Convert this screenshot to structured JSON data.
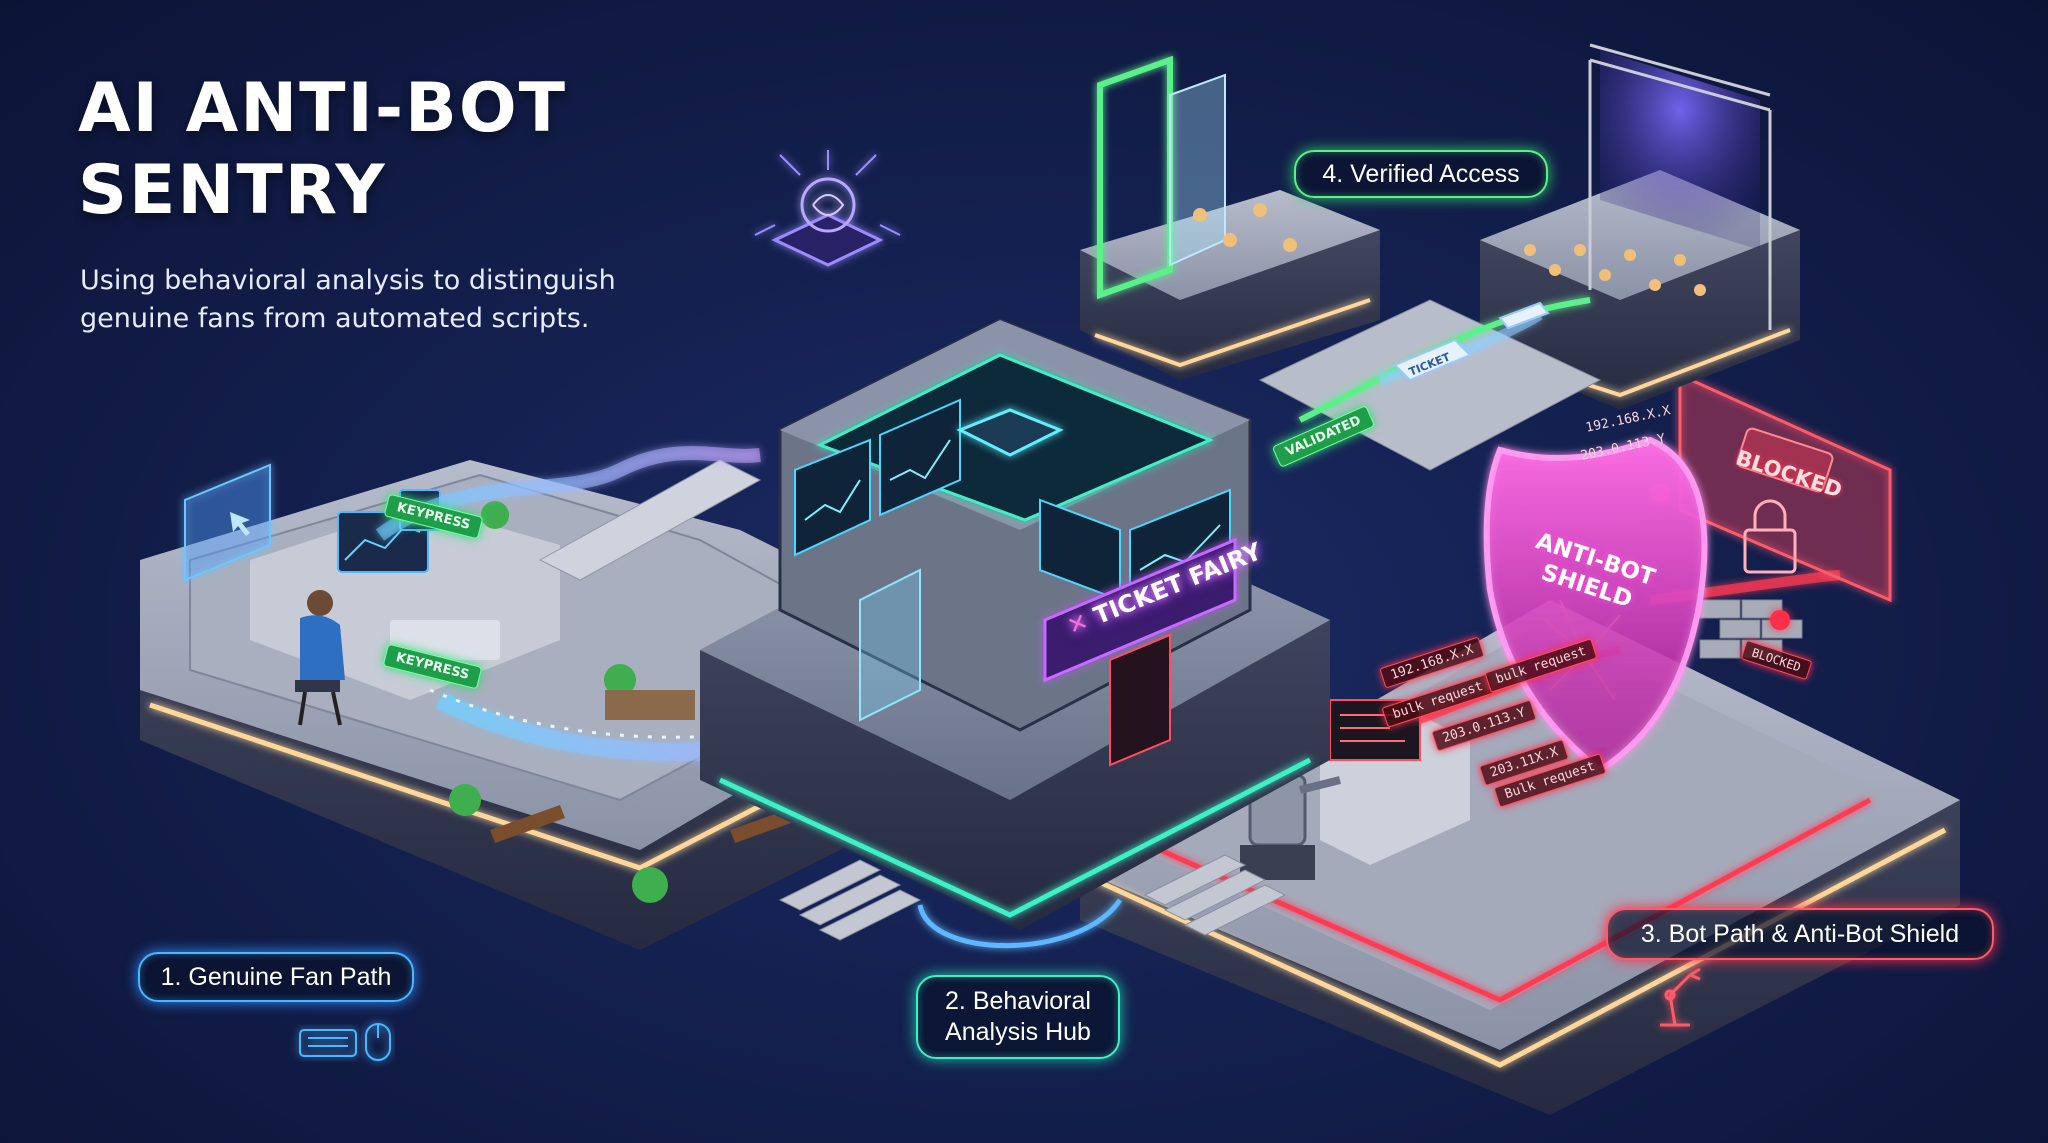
{
  "title_line1": "AI ANTI-BOT",
  "title_line2": "SENTRY",
  "subtitle_line1": "Using behavioral analysis to distinguish",
  "subtitle_line2": "genuine fans from automated scripts.",
  "callouts": {
    "genuine": "1. Genuine Fan Path",
    "hub_line1": "2. Behavioral",
    "hub_line2": "Analysis Hub",
    "bot": "3. Bot Path & Anti-Bot Shield",
    "access": "4. Verified Access"
  },
  "labels": {
    "keypress": "KEYPRESS",
    "validated": "VALIDATED",
    "ticket": "TICKET",
    "brand": "TICKET FAIRY",
    "shield_line1": "ANTI-BOT",
    "shield_line2": "SHIELD",
    "blocked": "BLOCKED",
    "ip1": "192.168.X.X",
    "ip2": "203.0.113.Y",
    "ip3": "203.0.113.Y",
    "ip4": "203.11X.X",
    "bulk": "bulk request",
    "bulk_cap": "Bulk request"
  },
  "colors": {
    "background": "#14204f",
    "genuine": "#49b8ff",
    "hub": "#3ef0c6",
    "verified": "#5cf08a",
    "bot": "#ff5a66",
    "shield": "#ff4fd8"
  },
  "icons": [
    "brain-chip-icon",
    "cursor-arrow-icon",
    "keyboard-icon",
    "mouse-icon",
    "robot-arm-icon",
    "padlock-icon",
    "warning-icon"
  ]
}
